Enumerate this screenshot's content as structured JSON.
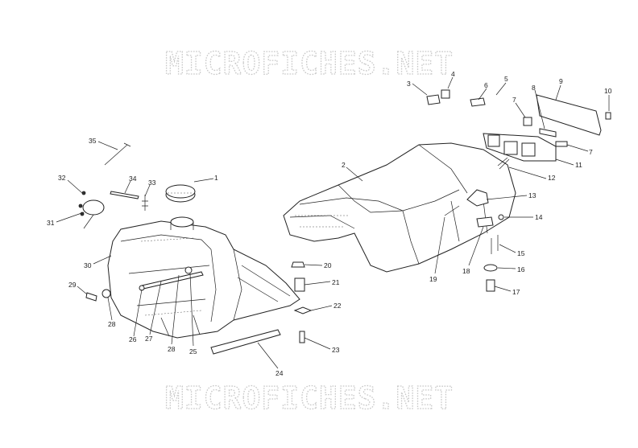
{
  "watermark": {
    "top": "MICROFICHES.NET",
    "bottom": "MICROFICHES.NET"
  },
  "callouts": [
    "1",
    "2",
    "3",
    "4",
    "5",
    "6",
    "7",
    "8",
    "9",
    "10",
    "11",
    "12",
    "13",
    "14",
    "15",
    "16",
    "17",
    "18",
    "19",
    "20",
    "21",
    "22",
    "23",
    "24",
    "25",
    "26",
    "27",
    "28",
    "29",
    "30",
    "31",
    "32",
    "33",
    "34",
    "35"
  ]
}
